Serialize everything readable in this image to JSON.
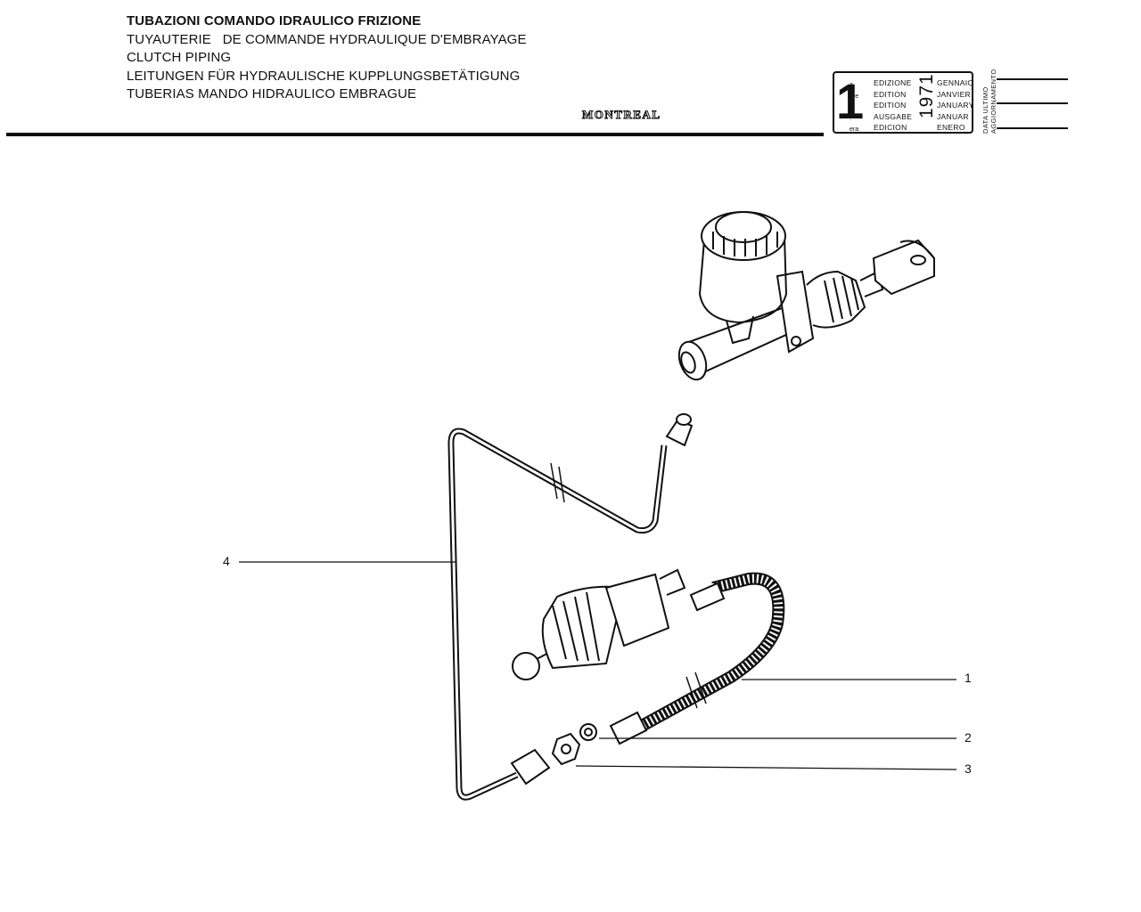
{
  "header": {
    "titles": [
      "TUBAZIONI COMANDO IDRAULICO FRIZIONE",
      "TUYAUTERIE   DE COMMANDE HYDRAULIQUE D'EMBRAYAGE",
      "CLUTCH PIPING",
      "LEITUNGEN FÜR HYDRAULISCHE KUPPLUNGSBETÄTIGUNG",
      "TUBERIAS MANDO HIDRAULICO EMBRAGUE"
    ],
    "model": "MONTREAL"
  },
  "edition": {
    "number": "1",
    "ordinals": [
      "a",
      "ere",
      "st",
      ".",
      "era"
    ],
    "labels": [
      "EDIZIONE",
      "EDITION",
      "EDITION",
      "AUSGABE",
      "EDICION"
    ],
    "year": "1971",
    "months": [
      "GENNAIO",
      "JANVIER",
      "JANUARY",
      "JANUAR",
      "ENERO"
    ],
    "update_label_1": "DATA ULTIMO",
    "update_label_2": "AGGIORNAMENTO"
  },
  "callouts": [
    "1",
    "2",
    "3",
    "4"
  ]
}
